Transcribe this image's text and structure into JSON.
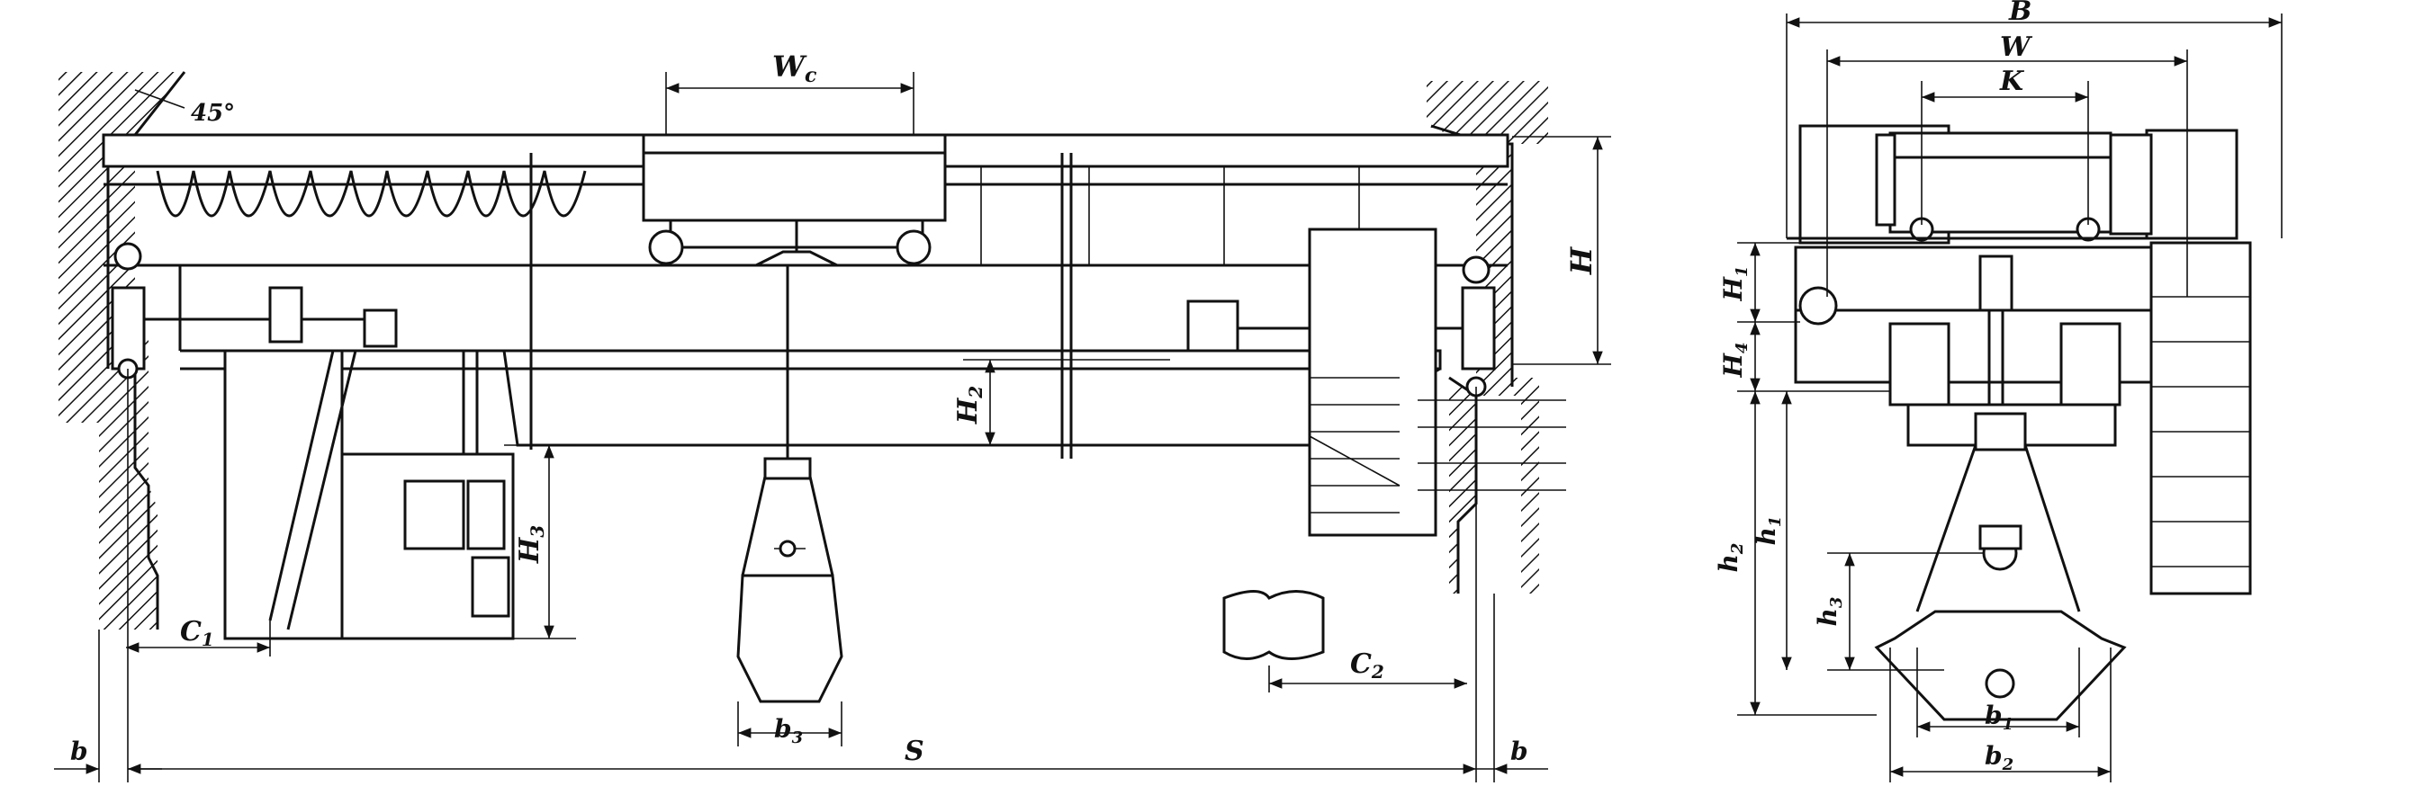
{
  "front_view": {
    "angle_label": "45°",
    "labels": {
      "Wc": "W",
      "Wc_sub": "c",
      "H": "H",
      "H2": "H",
      "H2_sub": "2",
      "H3": "H",
      "H3_sub": "3",
      "C1": "C",
      "C1_sub": "1",
      "C2": "C",
      "C2_sub": "2",
      "b3": "b",
      "b3_sub": "3",
      "S": "S",
      "b_left": "b",
      "b_right": "b"
    }
  },
  "side_view": {
    "labels": {
      "B": "B",
      "W": "W",
      "K": "K",
      "H1": "H",
      "H1_sub": "1",
      "H4": "H",
      "H4_sub": "4",
      "h1": "h",
      "h1_sub": "1",
      "h2": "h",
      "h2_sub": "2",
      "h3": "h",
      "h3_sub": "3",
      "b1": "b",
      "b1_sub": "1",
      "b2": "b",
      "b2_sub": "2"
    }
  }
}
